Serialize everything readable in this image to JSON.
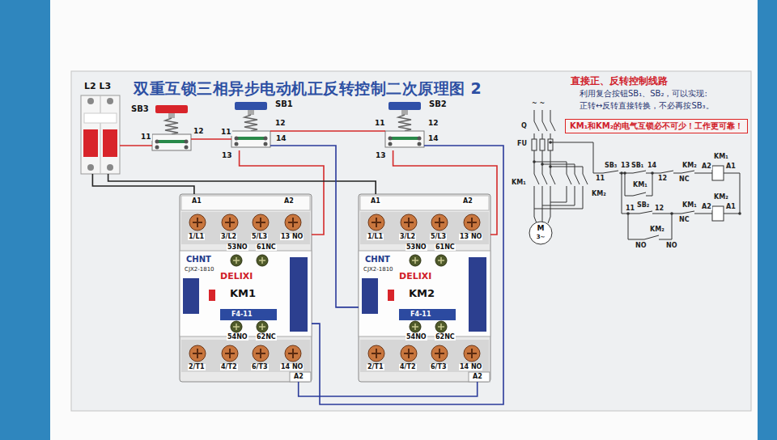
{
  "diagram": {
    "title": "双重互锁三相异步电动机正反转控制二次原理图 2",
    "nodes": [
      {
        "text": [
          "L2 L3"
        ]
      },
      {
        "text": [
          "SB3"
        ]
      },
      {
        "text": [
          "SB1"
        ]
      },
      {
        "text": [
          "SB2"
        ]
      },
      {
        "text": [
          "CHNT",
          "CJX2-1810",
          "DELIXI",
          "KM1",
          "F4-11"
        ]
      },
      {
        "text": [
          "CHNT",
          "CJX2-1810",
          "DELIXI",
          "KM2",
          "F4-11"
        ]
      },
      {
        "text": [
          "KM₁和KM₂的电气互锁必不可少！工作更可靠！"
        ]
      },
      {
        "text": [
          "M",
          "3~"
        ]
      },
      {
        "text": [
          "KM₁"
        ]
      },
      {
        "text": [
          "KM₂"
        ]
      }
    ],
    "edges": [
      {
        "from": 0,
        "to": 1,
        "arrow": "none"
      },
      {
        "from": 1,
        "to": 2,
        "arrow": "none"
      },
      {
        "from": 2,
        "to": 3,
        "arrow": "none"
      },
      {
        "from": 2,
        "to": 4,
        "arrow": "none"
      },
      {
        "from": 3,
        "to": 5,
        "arrow": "none"
      },
      {
        "from": 0,
        "to": 4,
        "arrow": "none"
      },
      {
        "from": 0,
        "to": 5,
        "arrow": "none"
      },
      {
        "from": 4,
        "to": 5,
        "arrow": "none"
      },
      {
        "from": 2,
        "to": 5,
        "arrow": "none"
      },
      {
        "from": 3,
        "to": 4,
        "arrow": "none"
      }
    ],
    "labels": [
      "直接正、反转控制线路",
      "利用复合按钮SB₁、SB₂，可以实现:",
      "正转↔反转直接转换，不必再按SB₃。",
      "11",
      "12",
      "11",
      "12",
      "13",
      "14",
      "11",
      "12",
      "13",
      "14",
      "A1",
      "A2",
      "1/L1",
      "3/L2",
      "5/L3",
      "13 NO",
      "53NO",
      "61NC",
      "54NO",
      "62NC",
      "2/T1",
      "4/T2",
      "6/T3",
      "14 NO",
      "A2",
      "A1",
      "A2",
      "1/L1",
      "3/L2",
      "5/L3",
      "13 NO",
      "53NO",
      "61NC",
      "54NO",
      "62NC",
      "2/T1",
      "4/T2",
      "6/T3",
      "14 NO",
      "A2",
      "~ ~",
      "Q",
      "FU",
      "KM₁",
      "KM₂",
      "SB₃",
      "11",
      "13",
      "SB₁",
      "14",
      "12",
      "KM₂",
      "NC",
      "A2",
      "A1",
      "KM₁",
      "11",
      "SB₂",
      "12",
      "KM₁",
      "NC",
      "A2",
      "A1",
      "KM₂",
      "NO",
      "NO"
    ]
  }
}
